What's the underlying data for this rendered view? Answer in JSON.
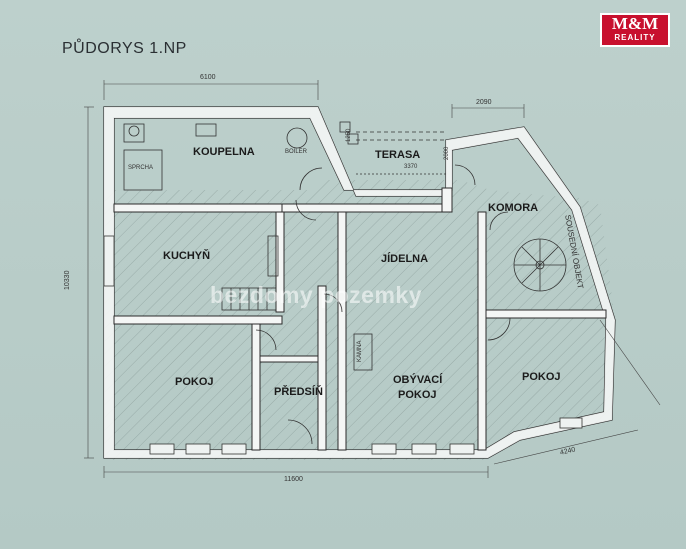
{
  "title": "PŮDORYS 1.NP",
  "logo": {
    "brand": "M&M",
    "sub": "REALITY"
  },
  "watermark": "bezdomy pozemky",
  "rooms": {
    "koupelna": "KOUPELNA",
    "terasa": "TERASA",
    "komora": "KOMORA",
    "kuchyn": "KUCHYŇ",
    "jidelna": "JÍDELNA",
    "pokoj_left": "POKOJ",
    "predsin": "PŘEDSÍŇ",
    "obyvaci_1": "OBÝVACÍ",
    "obyvaci_2": "POKOJ",
    "pokoj_right": "POKOJ"
  },
  "fixtures": {
    "boiler": "BOILER",
    "sprcha": "SPRCHA",
    "kamna": "KAMNA"
  },
  "dimensions": {
    "top_left": "6100",
    "top_right": "2090",
    "terasa_width": "3370",
    "terasa_depth_a": "1250",
    "terasa_depth_b": "2000",
    "left_height": "10330",
    "bottom_width": "11600",
    "bottom_right": "4240"
  },
  "neighbor_label": "SOUSEDNÍ OBJEKT",
  "colors": {
    "paper": "#b8ccc8",
    "wall": "#ffffff",
    "line": "#2b2b2b",
    "hatch": "#8a9a97",
    "logo_red": "#c8102e"
  }
}
